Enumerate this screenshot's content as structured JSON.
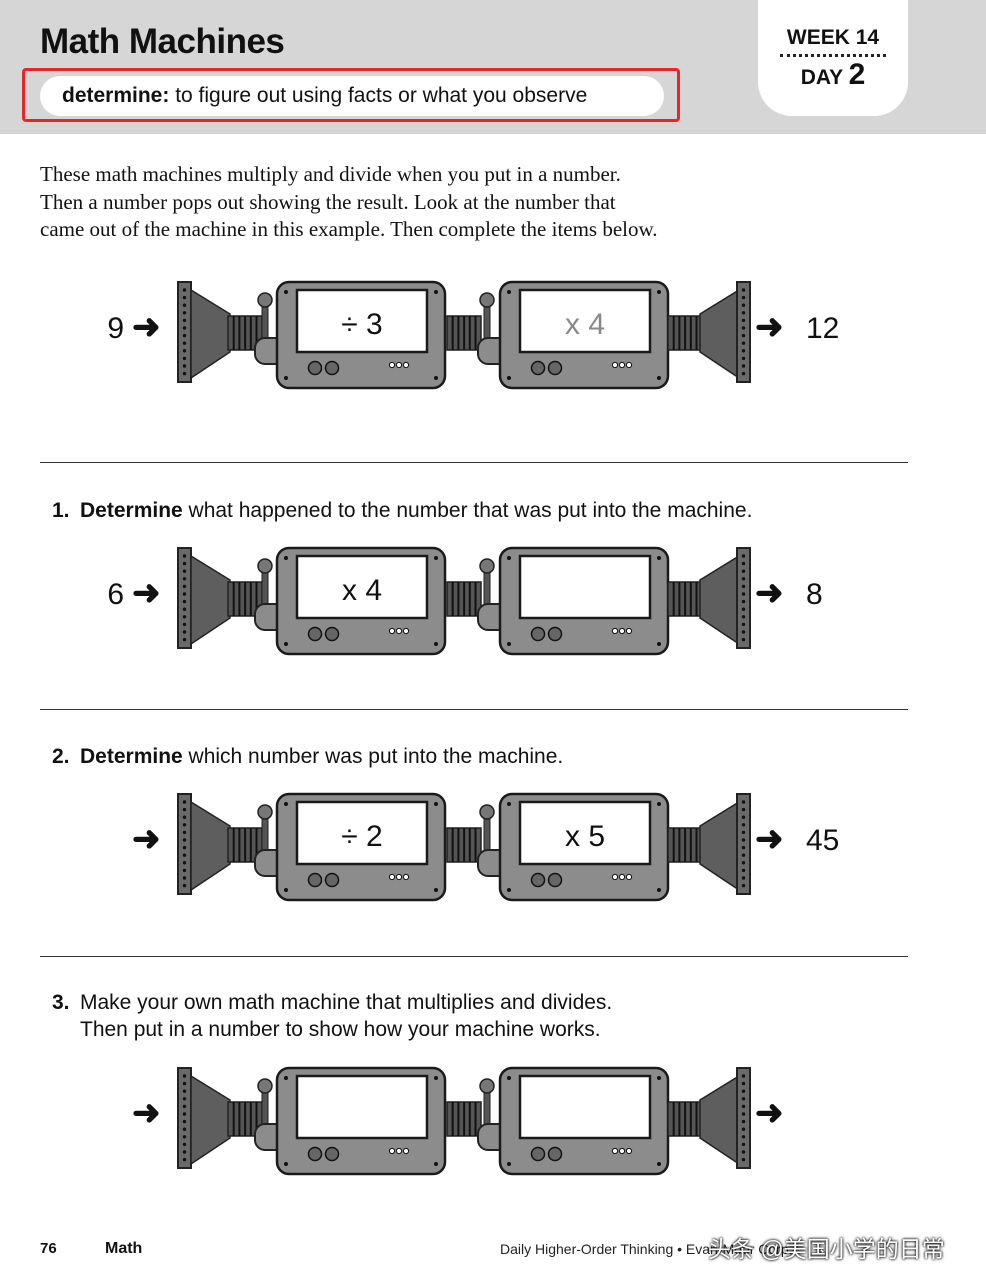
{
  "header": {
    "title": "Math Machines",
    "vocab_word": "determine:",
    "vocab_definition": " to figure out using facts or what you observe",
    "week": "WEEK 14",
    "day_label": "DAY ",
    "day_number": "2"
  },
  "intro": {
    "line1": "These math machines multiply and divide when you put in a number.",
    "line2": "Then a number pops out showing the result. Look at the number that",
    "line3": "came out of the machine in this example. Then complete the items below."
  },
  "example": {
    "input": "9",
    "op1": "÷ 3",
    "op2": "x 4",
    "output": "12"
  },
  "questions": [
    {
      "number": "1.",
      "bold": "Determine",
      "text": " what happened to the number that was put into the machine.",
      "machine": {
        "input": "6",
        "op1": "x 4",
        "op2": "",
        "output": "8"
      }
    },
    {
      "number": "2.",
      "bold": "Determine",
      "text": " which number was put into the machine.",
      "machine": {
        "input": "",
        "op1": "÷ 2",
        "op2": "x 5",
        "output": "45"
      }
    },
    {
      "number": "3.",
      "line1": "Make your own math machine that multiplies and divides.",
      "line2": "Then put in a number to show how your machine works.",
      "machine": {
        "input": "",
        "op1": "",
        "op2": "",
        "output": ""
      }
    }
  ],
  "arrow_glyph": "➜",
  "footer": {
    "page_number": "76",
    "subject": "Math",
    "book": "Daily Higher-Order Thinking • Evan-Moor Corp.",
    "watermark": "头条 @美国小学的日常"
  }
}
